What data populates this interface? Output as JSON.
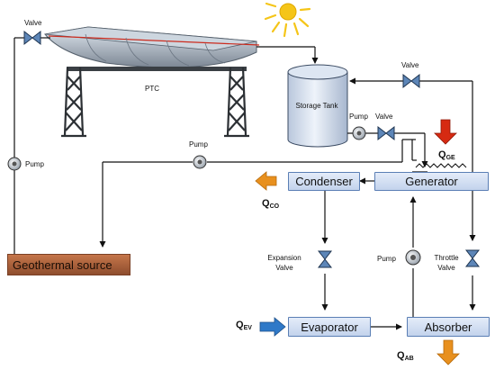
{
  "labels": {
    "valve_ptc": "Valve",
    "ptc": "PTC",
    "storage_tank": "Storage Tank",
    "pump_tank": "Pump",
    "valve_tank": "Valve",
    "valve_return": "Valve",
    "pump_middle": "Pump",
    "pump_left": "Pump",
    "expansion_valve": "Expansion Valve",
    "pump_absorber": "Pump",
    "throttle_valve": "Throttle Valve"
  },
  "components": {
    "condenser": "Condenser",
    "generator": "Generator",
    "evaporator": "Evaporator",
    "absorber": "Absorber",
    "geothermal": "Geothermal source"
  },
  "heat": {
    "ge": {
      "main": "Q",
      "sub": "GE"
    },
    "co": {
      "main": "Q",
      "sub": "CO"
    },
    "ev": {
      "main": "Q",
      "sub": "EV"
    },
    "ab": {
      "main": "Q",
      "sub": "AB"
    }
  },
  "colors": {
    "line": "#111111",
    "box_border": "#5b7fb5",
    "arrow_heat_in": "#d62a12",
    "arrow_heat_out": "#e8901e",
    "arrow_cool_in": "#2f79c8",
    "sun": "#f5c518",
    "geothermal": "#a65b36"
  }
}
